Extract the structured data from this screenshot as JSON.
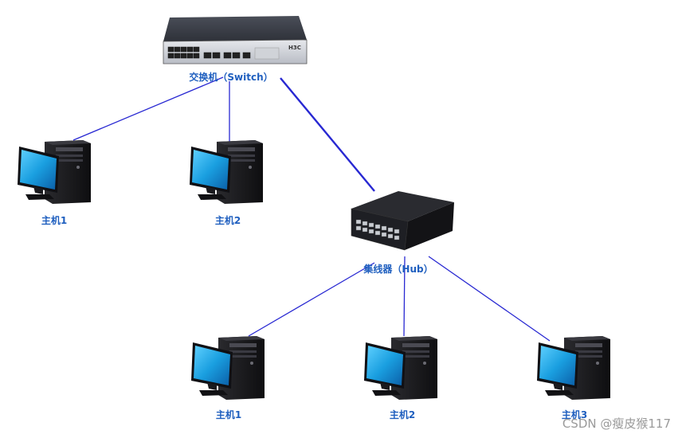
{
  "switch": {
    "label": "交换机（Switch）",
    "brand": "H3C"
  },
  "hub": {
    "label": "集线器（Hub）"
  },
  "switch_hosts": [
    {
      "label": "主机1"
    },
    {
      "label": "主机2"
    }
  ],
  "hub_hosts": [
    {
      "label": "主机1"
    },
    {
      "label": "主机2"
    },
    {
      "label": "主机3"
    }
  ],
  "watermark": "CSDN @瘦皮猴117",
  "colors": {
    "link": "#2828d2",
    "label": "#1f5fbf",
    "device_dark": "#1e1e22",
    "screen": "#1aa0e0",
    "watermark": "#9a9a9a"
  },
  "icons": {
    "switch": "network-switch-icon",
    "hub": "network-hub-icon",
    "host": "desktop-computer-icon"
  }
}
